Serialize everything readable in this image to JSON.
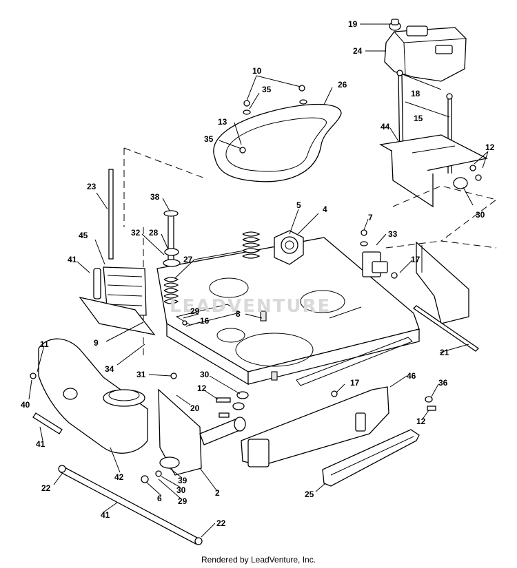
{
  "footer": {
    "text": "Rendered by LeadVenture, Inc."
  },
  "watermark": {
    "text": "LEADVENTURE"
  },
  "callouts": {
    "c19": "19",
    "c24": "24",
    "c10": "10",
    "c26": "26",
    "c35a": "35",
    "c18": "18",
    "c13": "13",
    "c15": "15",
    "c44": "44",
    "c35b": "35",
    "c12a": "12",
    "c23": "23",
    "c38": "38",
    "c5": "5",
    "c4": "4",
    "c30a": "30",
    "c7": "7",
    "c45": "45",
    "c32": "32",
    "c28": "28",
    "c33": "33",
    "c41a": "41",
    "c27": "27",
    "c17a": "17",
    "c29a": "29",
    "c16": "16",
    "c8": "8",
    "c11": "11",
    "c9": "9",
    "c34": "34",
    "c21": "21",
    "c31": "31",
    "c30b": "30",
    "c46": "46",
    "c17b": "17",
    "c36": "36",
    "c40": "40",
    "c12b": "12",
    "c20": "20",
    "c12c": "12",
    "c41b": "41",
    "c42": "42",
    "c39": "39",
    "c22a": "22",
    "c6": "6",
    "c30c": "30",
    "c2": "2",
    "c29b": "29",
    "c25": "25",
    "c41c": "41",
    "c22b": "22"
  }
}
